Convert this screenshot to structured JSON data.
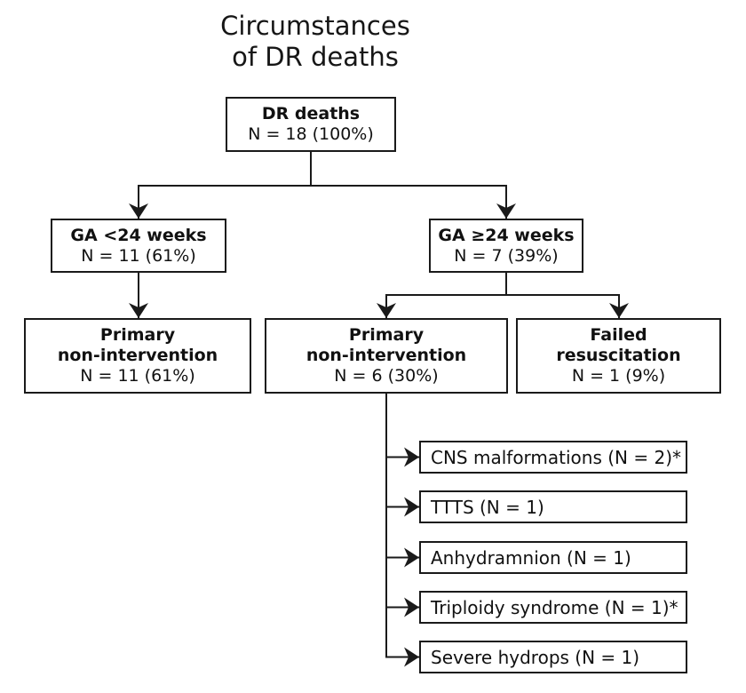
{
  "diagram": {
    "title_line1": "Circumstances",
    "title_line2": "of DR deaths",
    "ink_color": "#1a1a1a",
    "background_color": "#ffffff"
  },
  "nodes": {
    "root": {
      "label": "DR deaths",
      "value": "N = 18 (100%)"
    },
    "ga_under_24": {
      "label": "GA <24 weeks",
      "value": "N = 11 (61%)"
    },
    "ga_24_or_more": {
      "label": "GA ≥24 weeks",
      "value": "N = 7 (39%)"
    },
    "primary_non_intervention_early": {
      "label_line1": "Primary",
      "label_line2": "non-intervention",
      "value": "N = 11 (61%)"
    },
    "primary_non_intervention_late": {
      "label_line1": "Primary",
      "label_line2": "non-intervention",
      "value": "N = 6 (30%)"
    },
    "failed_resuscitation": {
      "label_line1": "Failed",
      "label_line2": "resuscitation",
      "value": "N = 1 (9%)"
    }
  },
  "leaves": [
    {
      "label": "CNS malformations (N = 2)*"
    },
    {
      "label": "TTTS (N = 1)"
    },
    {
      "label": "Anhydramnion (N = 1)"
    },
    {
      "label": "Triploidy syndrome (N = 1)*"
    },
    {
      "label": "Severe hydrops (N = 1)"
    }
  ]
}
